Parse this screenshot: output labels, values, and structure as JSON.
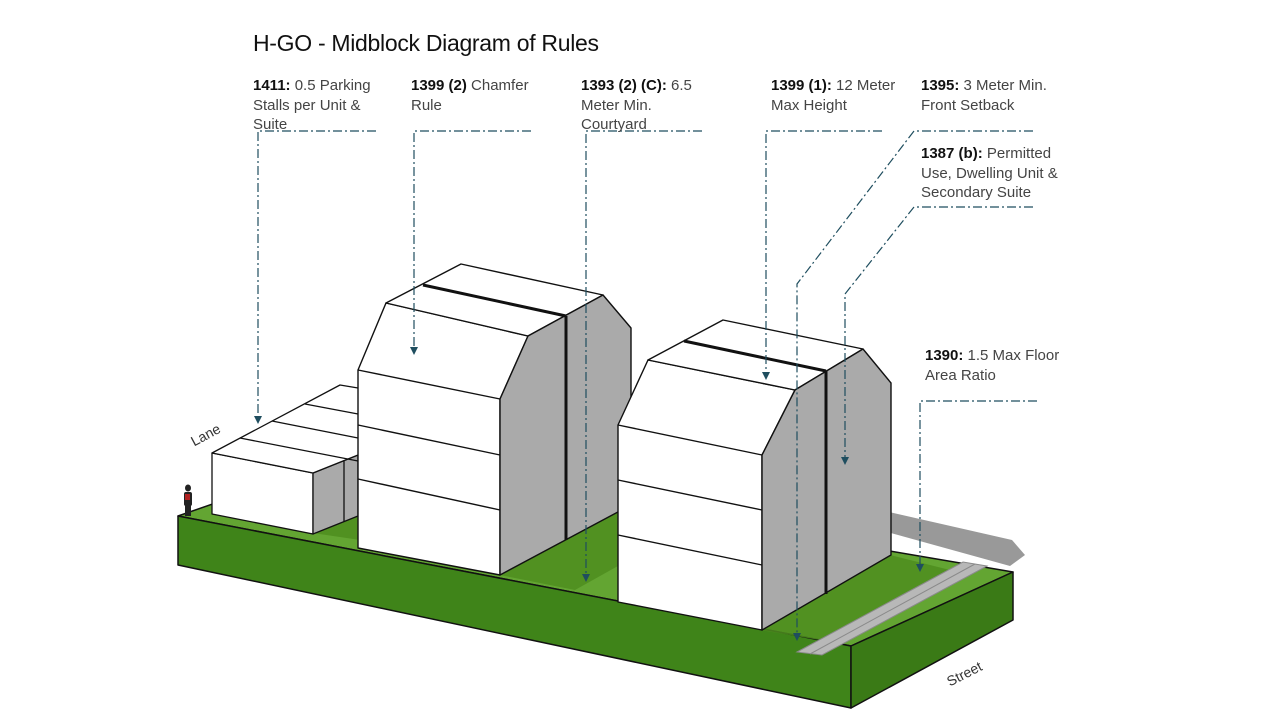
{
  "title": "H-GO - Midblock Diagram of Rules",
  "annotations": {
    "parking": {
      "code": "1411:",
      "text": " 0.5 Parking Stalls per Unit & Suite"
    },
    "chamfer": {
      "code": "1399 (2)",
      "text": " Chamfer Rule"
    },
    "courtyard": {
      "code": "1393 (2) (C):",
      "text": " 6.5 Meter Min. Courtyard"
    },
    "height": {
      "code": "1399 (1):",
      "text": " 12 Meter Max Height"
    },
    "setback": {
      "code": "1395:",
      "text": " 3 Meter Min. Front Setback"
    },
    "use": {
      "code": "1387 (b):",
      "text": " Permitted Use, Dwelling Unit & Secondary Suite"
    },
    "far": {
      "code": "1390:",
      "text": " 1.5 Max Floor Area Ratio"
    }
  },
  "labels": {
    "lane": "Lane",
    "street": "Street"
  },
  "colors": {
    "grass_top": "#63a532",
    "grass_front": "#3f8419",
    "grass_side": "#3a7a16",
    "building_light": "#ffffff",
    "building_shade": "#aaaaaa",
    "shadow": "#999999",
    "leader_line": "#1f4e5f"
  }
}
